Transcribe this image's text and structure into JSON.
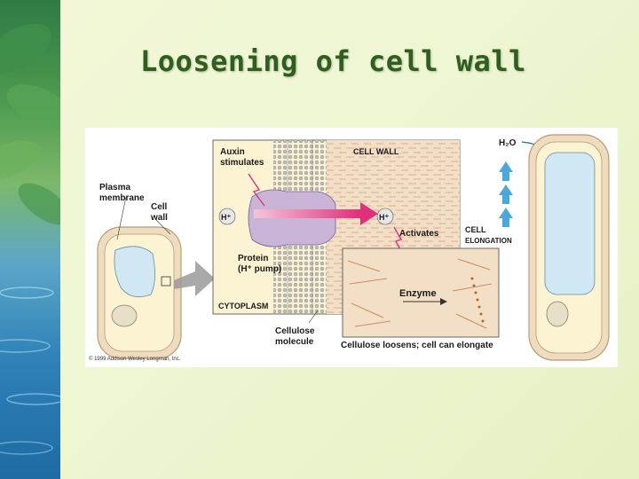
{
  "slide": {
    "title": "Loosening of cell wall"
  },
  "figure": {
    "plasma_membrane_line1": "Plasma",
    "plasma_membrane_line2": "membrane",
    "cell_wall_line1": "Cell",
    "cell_wall_line2": "wall",
    "auxin_line1": "Auxin",
    "auxin_line2": "stimulates",
    "h_left": "H⁺",
    "h_right": "H⁺",
    "cell_wall_zone": "CELL WALL",
    "activates": "Activates",
    "protein_line1": "Protein",
    "protein_line2": "(H⁺ pump)",
    "cytoplasm": "CYTOPLASM",
    "enzyme": "Enzyme",
    "cellulose_line1": "Cellulose",
    "cellulose_line2": "molecule",
    "loosens_caption": "Cellulose loosens; cell can elongate",
    "water": "H₂O",
    "cell_elongation_line1": "CELL",
    "cell_elongation_line2": "ELONGATION",
    "copyright": "© 1999 Addison Wesley Longman, Inc.",
    "colors": {
      "arrow": "#e0307a",
      "vacuole": "#cfe8f4",
      "wall": "#efdcbf",
      "cytoplasm_bg": "#fbf3d2",
      "elongation_arrows": "#49a8dc"
    }
  }
}
